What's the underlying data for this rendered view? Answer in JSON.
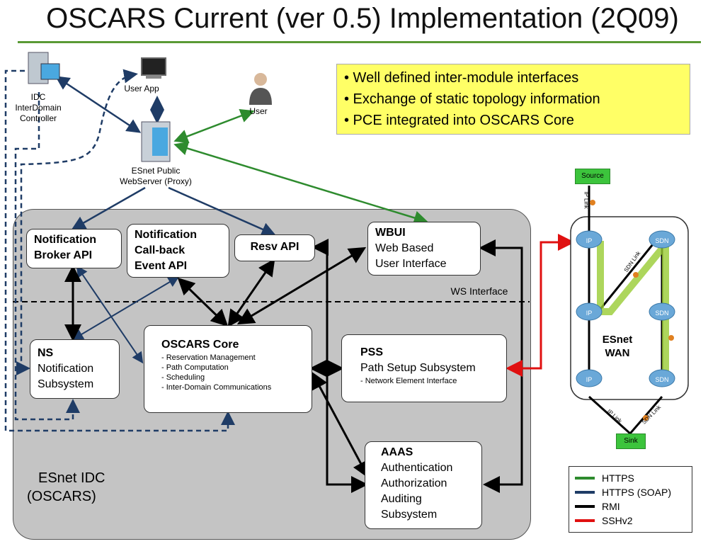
{
  "title": "OSCARS Current (ver 0.5) Implementation (2Q09)",
  "bullets": [
    "• Well defined inter-module interfaces",
    "• Exchange of static topology information",
    "• PCE integrated into OSCARS Core"
  ],
  "nodes": {
    "idc": [
      "IDC",
      "InterDomain",
      "Controller"
    ],
    "user_app": "User App",
    "user": "User",
    "webserver": [
      "ESnet Public",
      "WebServer (Proxy)"
    ]
  },
  "boxes": {
    "notification_broker": [
      "Notification",
      "Broker API"
    ],
    "callback": [
      "Notification",
      "Call-back",
      "Event API"
    ],
    "resv": "Resv API",
    "wbui": {
      "title": "WBUI",
      "lines": [
        "Web Based",
        "User Interface"
      ]
    },
    "ns": {
      "title": "NS",
      "lines": [
        "Notification",
        "Subsystem"
      ]
    },
    "core": {
      "title": "OSCARS Core",
      "items": [
        "- Reservation Management",
        "- Path Computation",
        "- Scheduling",
        "- Inter-Domain Communications"
      ]
    },
    "pss": {
      "title": "PSS",
      "line": "Path Setup Subsystem",
      "item": "- Network Element Interface"
    },
    "aaas": {
      "title": "AAAS",
      "lines": [
        "Authentication",
        "Authorization",
        "Auditing",
        "Subsystem"
      ]
    }
  },
  "ws_interface": "WS Interface",
  "idc_label": [
    "ESnet IDC",
    "(OSCARS)"
  ],
  "wan": {
    "source": "Source",
    "sink": "Sink",
    "label": [
      "ESnet",
      "WAN"
    ],
    "routers": [
      "IP",
      "SDN",
      "IP",
      "SDN",
      "IP",
      "SDN"
    ],
    "link_labels": [
      "IP Link",
      "SDN Link",
      "IP Link",
      "SDN Link"
    ]
  },
  "legend": [
    {
      "label": "HTTPS",
      "color": "#2e8b2e"
    },
    {
      "label": "HTTPS (SOAP)",
      "color": "#1f3c66"
    },
    {
      "label": "RMI",
      "color": "#000000"
    },
    {
      "label": "SSHv2",
      "color": "#e01010"
    }
  ],
  "icons": [
    "server-icon",
    "terminal-icon",
    "user-icon",
    "router-icon"
  ]
}
